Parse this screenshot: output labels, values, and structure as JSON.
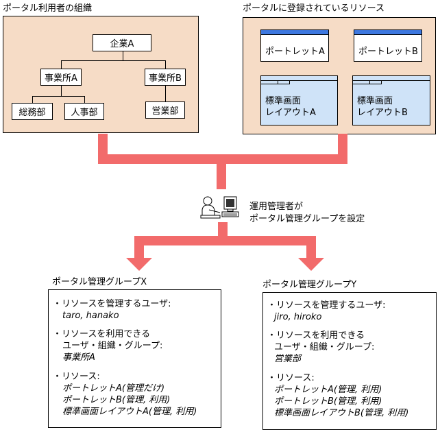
{
  "org": {
    "title": "ポータル利用者の組織",
    "root": "企業A",
    "office_a": "事業所A",
    "office_b": "事業所B",
    "dept_general": "総務部",
    "dept_hr": "人事部",
    "dept_sales": "営業部"
  },
  "resources": {
    "title": "ポータルに登録されているリソース",
    "portlet_a": "ポートレットA",
    "portlet_b": "ポートレットB",
    "layout_a": [
      "標準画面",
      "レイアウトA"
    ],
    "layout_b": [
      "標準画面",
      "レイアウトB"
    ]
  },
  "admin": {
    "icon": "administrator-at-computer-icon",
    "caption": [
      "運用管理者が",
      "ポータル管理グループを設定"
    ]
  },
  "group_x": {
    "title": "ポータル管理グループX",
    "manage_users_label": "・リソースを管理するユーザ:",
    "manage_users_value": "taro, hanako",
    "usable_label_1": "・リソースを利用できる",
    "usable_label_2": "ユーザ・組織・グループ:",
    "usable_value": "事業所A",
    "resources_label": "・リソース:",
    "resources": [
      "ポートレットA(管理だけ)",
      "ポートレットB(管理, 利用)",
      "標準画面レイアウトA(管理, 利用)"
    ]
  },
  "group_y": {
    "title": "ポータル管理グループY",
    "manage_users_label": "・リソースを管理するユーザ:",
    "manage_users_value": "jiro, hiroko",
    "usable_label_1": "・リソースを利用できる",
    "usable_label_2": "ユーザ・組織・グループ:",
    "usable_value": "営業部",
    "resources_label": "・リソース:",
    "resources": [
      "ポートレットA(管理, 利用)",
      "ポートレットB(管理, 利用)",
      "標準画面レイアウトB(管理, 利用)"
    ]
  },
  "colors": {
    "panel": "#f6dcc6",
    "pipe": "#f26b6b",
    "portlet_bar": "#3d78e0",
    "layout_fill": "#cfe3f8"
  }
}
